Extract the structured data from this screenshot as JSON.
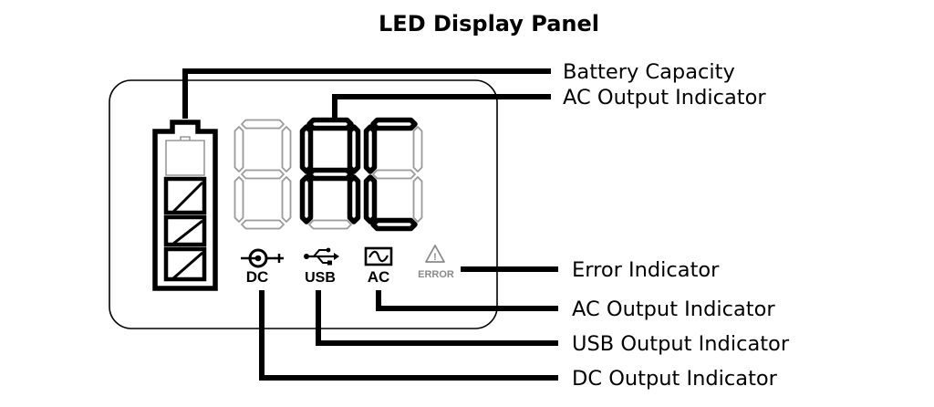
{
  "title": "LED Display Panel",
  "callouts": {
    "battery_capacity": "Battery Capacity",
    "ac_output_top": "AC Output Indicator",
    "error": "Error Indicator",
    "ac_output": "AC Output Indicator",
    "usb_output": "USB Output Indicator",
    "dc_output": "DC Output Indicator"
  },
  "indicators": {
    "dc": "DC",
    "usb": "USB",
    "ac": "AC",
    "error": "ERROR",
    "error_symbol": "!"
  },
  "icons": {
    "battery": "battery-icon",
    "dc": "dc-plug-icon",
    "usb": "usb-icon",
    "ac": "ac-wave-icon",
    "error": "warning-triangle-icon"
  },
  "colors": {
    "line": "#000000",
    "inactive_segment": "#9a9a9a",
    "error_indicator": "#8a8a8a"
  }
}
